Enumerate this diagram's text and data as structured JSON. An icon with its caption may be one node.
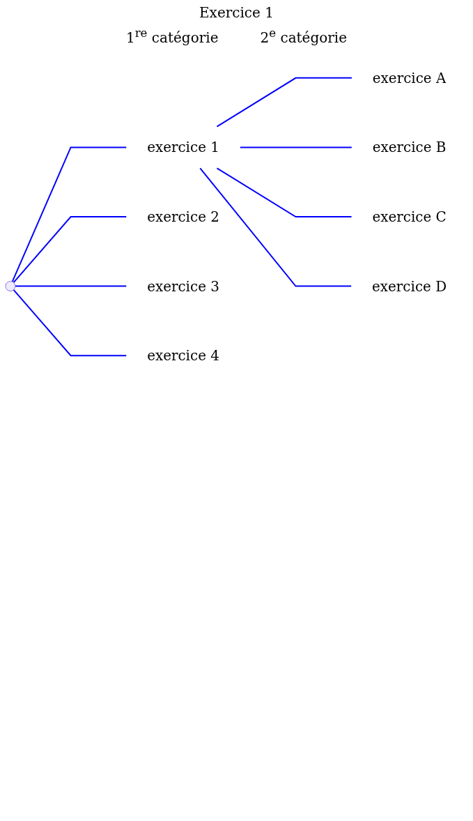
{
  "diagram": {
    "title": "Exercice 1",
    "nodes": [
      {
        "text": [],
        "shape": "point"
      },
      {
        "text": [
          "exercice 1"
        ]
      },
      {
        "text": [
          "exercice A"
        ]
      },
      {
        "text": [
          "exercice B"
        ]
      },
      {
        "text": [
          "exercice C"
        ]
      },
      {
        "text": [
          "exercice D"
        ]
      },
      {
        "text": [
          "exercice 2"
        ]
      },
      {
        "text": [
          "exercice 3"
        ]
      },
      {
        "text": [
          "exercice 4"
        ]
      }
    ],
    "edges": [
      {
        "from": 0,
        "to": 1,
        "arrow": "none"
      },
      {
        "from": 1,
        "to": 2,
        "arrow": "none"
      },
      {
        "from": 1,
        "to": 3,
        "arrow": "none"
      },
      {
        "from": 1,
        "to": 4,
        "arrow": "none"
      },
      {
        "from": 1,
        "to": 5,
        "arrow": "none"
      },
      {
        "from": 0,
        "to": 6,
        "arrow": "none"
      },
      {
        "from": 0,
        "to": 7,
        "arrow": "none"
      },
      {
        "from": 0,
        "to": 8,
        "arrow": "none"
      }
    ],
    "labels": [
      "1$^{re}$ catégorie",
      "2$^{e}$ catégorie"
    ]
  }
}
